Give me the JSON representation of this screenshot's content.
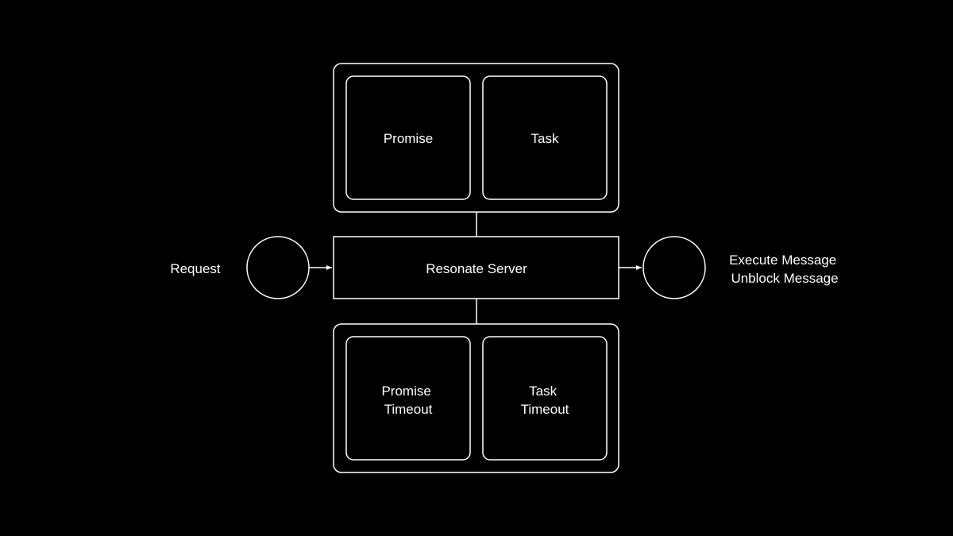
{
  "diagram": {
    "top_group": {
      "left_box": {
        "label_lines": [
          "Promise"
        ]
      },
      "right_box": {
        "label_lines": [
          "Task"
        ]
      }
    },
    "server": {
      "label": "Resonate Server"
    },
    "bottom_group": {
      "left_box": {
        "label_lines": [
          "Promise",
          "Timeout"
        ]
      },
      "right_box": {
        "label_lines": [
          "Task",
          "Timeout"
        ]
      }
    },
    "input": {
      "label": "Request"
    },
    "output": {
      "label_lines": [
        "Execute Message",
        "Unblock Message"
      ]
    },
    "colors": {
      "background": "#000000",
      "stroke": "#ffffff",
      "text": "#ffffff"
    }
  }
}
